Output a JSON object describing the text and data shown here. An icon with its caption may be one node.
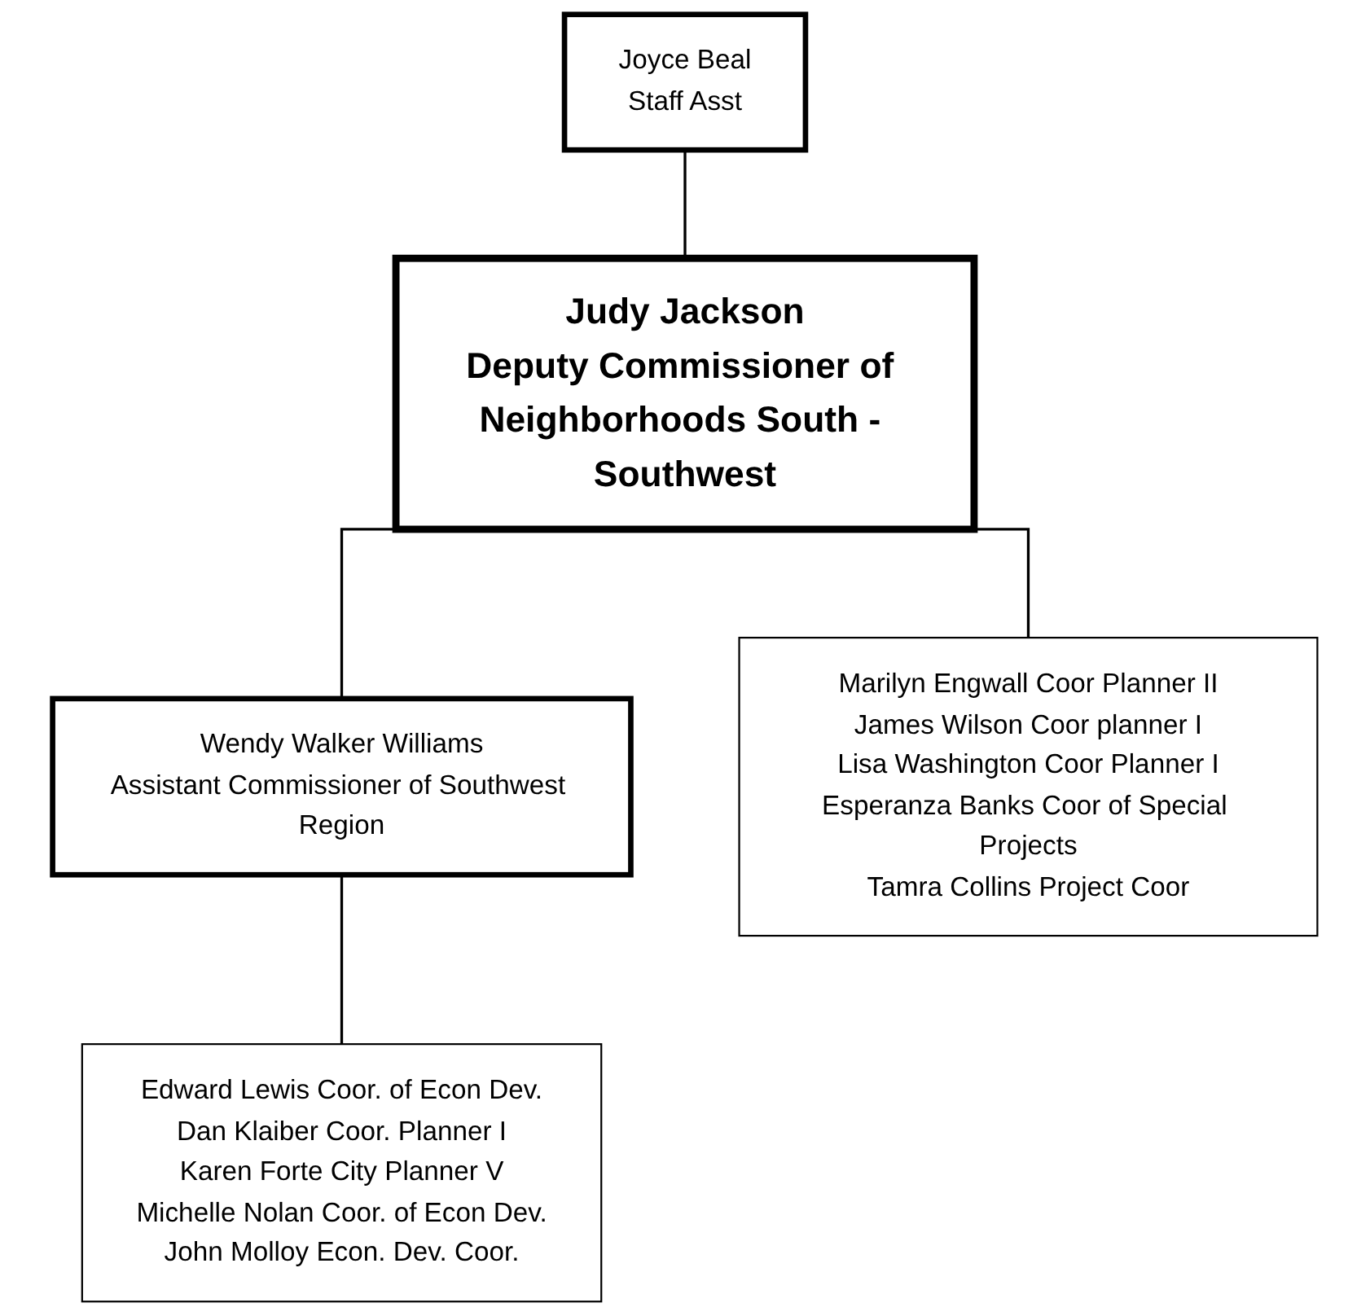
{
  "diagram": {
    "nodes": [
      {
        "text": [
          "Judy Jackson",
          "Deputy Commissioner of Neighborhoods South - Southwest"
        ]
      },
      {
        "text": [
          "Joyce Beal",
          "Staff Asst"
        ]
      },
      {
        "text": [
          "Wendy Walker Williams",
          "Assistant Commissioner of Southwest Region"
        ]
      },
      {
        "text": [
          "Edward Lewis Coor. of Econ Dev.",
          "Dan Klaiber Coor. Planner I",
          "Karen Forte City Planner V",
          "Michelle Nolan Coor. of Econ Dev.",
          "John Molloy Econ. Dev. Coor."
        ]
      },
      {
        "text": [
          "Marilyn Engwall Coor Planner II",
          "James Wilson Coor planner I",
          "Lisa Washington Coor Planner I",
          "Esperanza Banks Coor of Special Projects",
          "Tamra Collins Project Coor"
        ]
      }
    ],
    "edges": [
      {
        "from": 1,
        "to": 0,
        "arrow": "none"
      },
      {
        "from": 0,
        "to": 2,
        "arrow": "none"
      },
      {
        "from": 0,
        "to": 4,
        "arrow": "none"
      },
      {
        "from": 2,
        "to": 3,
        "arrow": "none"
      }
    ]
  }
}
